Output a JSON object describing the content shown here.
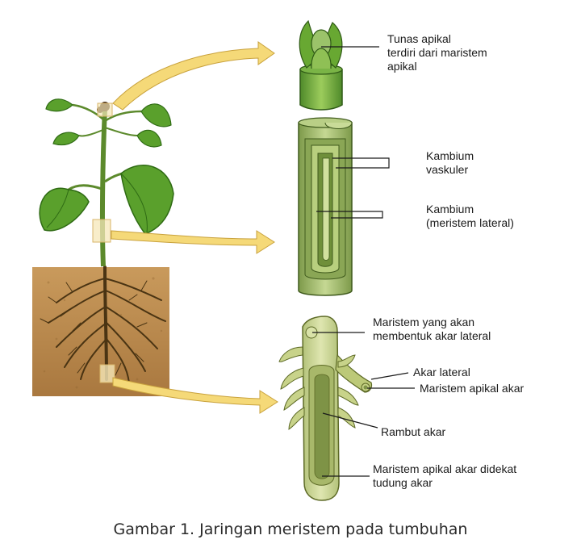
{
  "labels": {
    "apical_bud": [
      "Tunas apikal",
      "terdiri dari maristem",
      "apikal"
    ],
    "vascular_cambium": [
      "Kambium",
      "vaskuler"
    ],
    "lateral_cambium": [
      "Kambium",
      "(meristem lateral)"
    ],
    "lateral_root_meristem": [
      "Maristem yang akan",
      "membentuk akar lateral"
    ],
    "lateral_root": "Akar lateral",
    "root_apical_meristem": "Maristem apikal akar",
    "root_hair": "Rambut akar",
    "root_cap_meristem": [
      "Maristem apikal akar didekat",
      "tudung akar"
    ]
  },
  "caption": "Gambar 1. Jaringan meristem pada tumbuhan",
  "colors": {
    "leaf": "#5aa02c",
    "leaf_dark": "#2f6b14",
    "stem": "#9fbb72",
    "soil": "#b8894f",
    "arrow": "#f5d978",
    "root_tissue": "#c8d38a"
  }
}
